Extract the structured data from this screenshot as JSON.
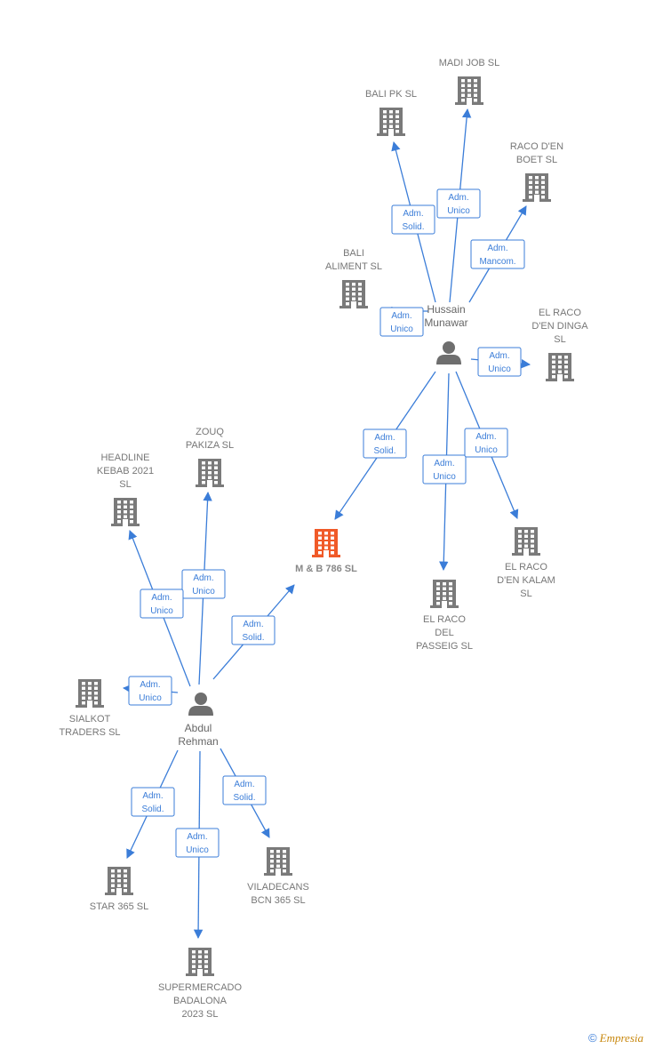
{
  "colors": {
    "edge": "#3b7dd8",
    "company": "#7a7a7a",
    "main_company": "#f05a28",
    "person": "#6e6e6e"
  },
  "persons": [
    {
      "id": "hussain",
      "lines": [
        "Hussain",
        "Munawar"
      ]
    },
    {
      "id": "abdul",
      "lines": [
        "Abdul",
        "Rehman"
      ]
    }
  ],
  "companies": [
    {
      "id": "madi",
      "lines": [
        "MADI JOB  SL"
      ]
    },
    {
      "id": "balipk",
      "lines": [
        "BALI PK  SL"
      ]
    },
    {
      "id": "racoboet",
      "lines": [
        "RACO D'EN",
        "BOET  SL"
      ]
    },
    {
      "id": "bali_aliment",
      "lines": [
        "BALI",
        "ALIMENT  SL"
      ]
    },
    {
      "id": "dinga",
      "lines": [
        "EL RACO",
        "D'EN DINGA",
        "SL"
      ]
    },
    {
      "id": "mb",
      "lines": [
        "M & B 786  SL"
      ],
      "main": true
    },
    {
      "id": "passeig",
      "lines": [
        "EL RACO",
        "DEL",
        "PASSEIG  SL"
      ]
    },
    {
      "id": "kalam",
      "lines": [
        "EL RACO",
        "D'EN KALAM",
        "SL"
      ]
    },
    {
      "id": "zouq",
      "lines": [
        "ZOUQ",
        "PAKIZA  SL"
      ]
    },
    {
      "id": "headline",
      "lines": [
        "HEADLINE",
        "KEBAB 2021",
        "SL"
      ]
    },
    {
      "id": "sialkot",
      "lines": [
        "SIALKOT",
        "TRADERS  SL"
      ]
    },
    {
      "id": "star",
      "lines": [
        "STAR 365  SL"
      ]
    },
    {
      "id": "vila",
      "lines": [
        "VILADECANS",
        "BCN 365  SL"
      ]
    },
    {
      "id": "super",
      "lines": [
        "SUPERMERCADO",
        "BADALONA",
        "2023  SL"
      ]
    }
  ],
  "edges": [
    {
      "from": "hussain",
      "to": "balipk",
      "label": [
        "Adm.",
        "Solid."
      ]
    },
    {
      "from": "hussain",
      "to": "madi",
      "label": [
        "Adm.",
        "Unico"
      ]
    },
    {
      "from": "hussain",
      "to": "racoboet",
      "label": [
        "Adm.",
        "Mancom."
      ]
    },
    {
      "from": "hussain",
      "to": "bali_aliment",
      "label": [
        "Adm.",
        "Unico"
      ]
    },
    {
      "from": "hussain",
      "to": "dinga",
      "label": [
        "Adm.",
        "Unico"
      ]
    },
    {
      "from": "hussain",
      "to": "mb",
      "label": [
        "Adm.",
        "Solid."
      ]
    },
    {
      "from": "hussain",
      "to": "passeig",
      "label": [
        "Adm.",
        "Unico"
      ]
    },
    {
      "from": "hussain",
      "to": "kalam",
      "label": [
        "Adm.",
        "Unico"
      ]
    },
    {
      "from": "abdul",
      "to": "zouq",
      "label": [
        "Adm.",
        "Unico"
      ]
    },
    {
      "from": "abdul",
      "to": "headline",
      "label": [
        "Adm.",
        "Unico"
      ]
    },
    {
      "from": "abdul",
      "to": "mb",
      "label": [
        "Adm.",
        "Solid."
      ]
    },
    {
      "from": "abdul",
      "to": "sialkot",
      "label": [
        "Adm.",
        "Unico"
      ]
    },
    {
      "from": "abdul",
      "to": "star",
      "label": [
        "Adm.",
        "Solid."
      ]
    },
    {
      "from": "abdul",
      "to": "vila",
      "label": [
        "Adm.",
        "Solid."
      ]
    },
    {
      "from": "abdul",
      "to": "super",
      "label": [
        "Adm.",
        "Unico"
      ]
    }
  ],
  "footer": {
    "copyright": "©",
    "brand": "Empresia"
  }
}
